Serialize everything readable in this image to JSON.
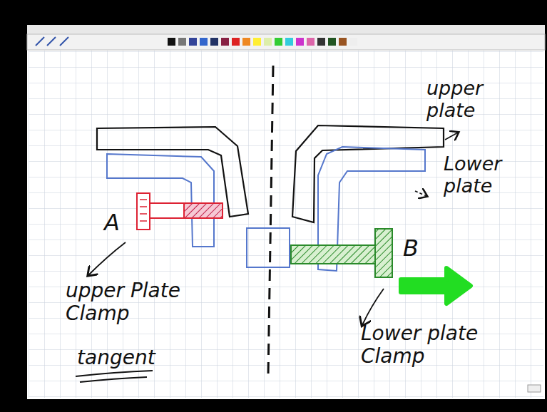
{
  "diagram": {
    "labels": [
      "upper plate",
      "Lower plate",
      "A",
      "B",
      "upper Plate Clamp",
      "tangent",
      "Lower plate Clamp"
    ]
  }
}
